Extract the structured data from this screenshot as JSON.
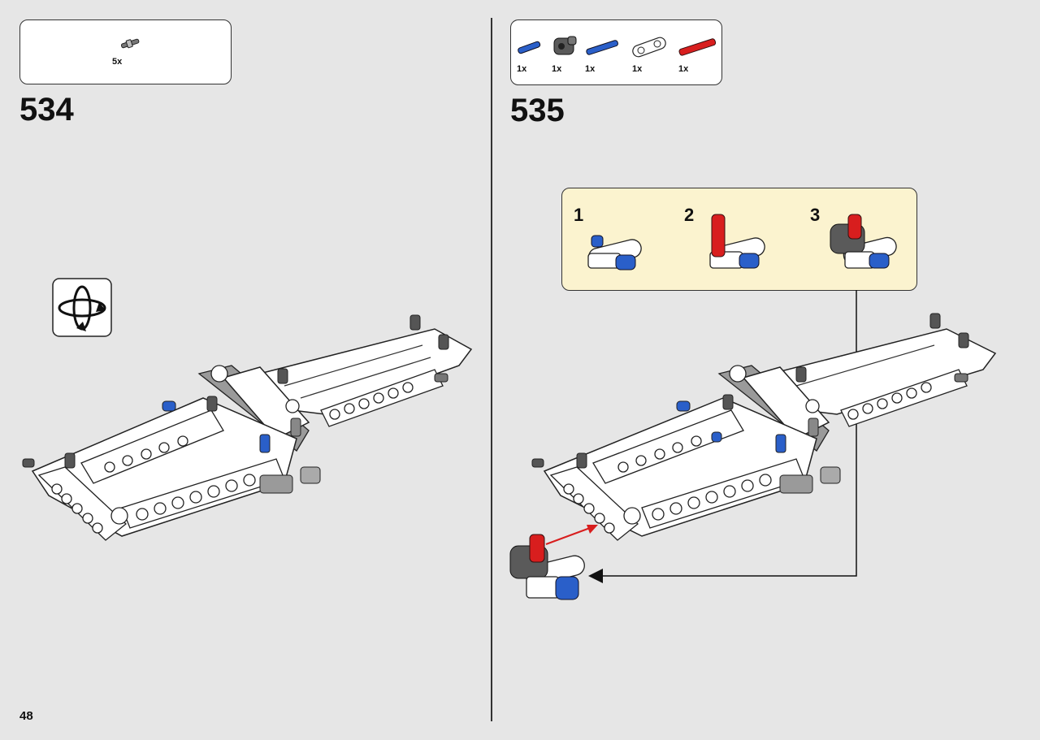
{
  "page": {
    "number": "48"
  },
  "steps": [
    {
      "number": "534",
      "parts": [
        {
          "qty": "5x",
          "part": "gray-connector-pin-icon"
        }
      ],
      "rotate_hint": "rotate-model-icon"
    },
    {
      "number": "535",
      "parts": [
        {
          "qty": "1x",
          "part": "blue-short-axle-pin-icon"
        },
        {
          "qty": "1x",
          "part": "dark-gray-connector-icon"
        },
        {
          "qty": "1x",
          "part": "blue-long-axle-pin-icon"
        },
        {
          "qty": "1x",
          "part": "white-double-connector-icon"
        },
        {
          "qty": "1x",
          "part": "red-axle-pin-icon"
        }
      ],
      "substeps": [
        {
          "label": "1"
        },
        {
          "label": "2"
        },
        {
          "label": "3"
        }
      ]
    }
  ],
  "colors": {
    "background": "#e6e6e6",
    "subpanel": "#fbf3cf",
    "blue": "#2a5fc9",
    "red": "#d81e1e",
    "dark_gray": "#5a5a5a",
    "white_part": "#ffffff"
  }
}
